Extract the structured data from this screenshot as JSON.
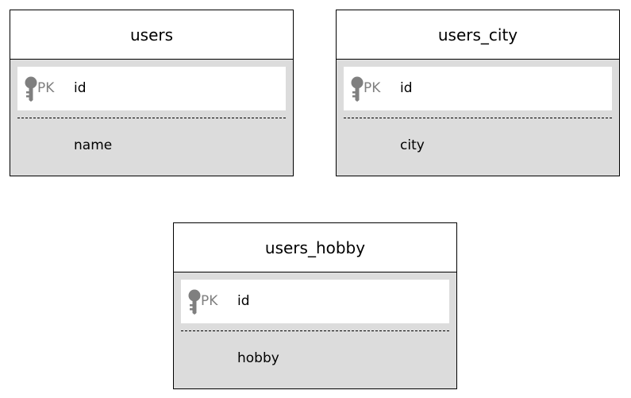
{
  "tables": [
    {
      "name": "users",
      "pk_marker": "PK",
      "pk_field": "id",
      "attribute": "name"
    },
    {
      "name": "users_city",
      "pk_marker": "PK",
      "pk_field": "id",
      "attribute": "city"
    },
    {
      "name": "users_hobby",
      "pk_marker": "PK",
      "pk_field": "id",
      "attribute": "hobby"
    }
  ],
  "icons": {
    "primary_key": "key-icon"
  },
  "colors": {
    "body_fill": "#dcdcdc",
    "pk_text": "#7f7f7f",
    "key_icon": "#7f7f7f"
  }
}
